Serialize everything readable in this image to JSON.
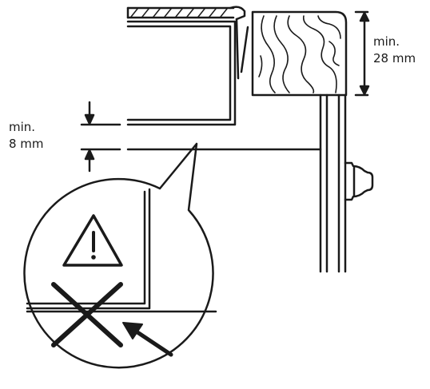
{
  "labels": {
    "worktop_thickness": {
      "line1": "min.",
      "line2": "28 mm"
    },
    "gap": {
      "line1": "min.",
      "line2": "8 mm"
    }
  },
  "colors": {
    "stroke": "#1a1a1a",
    "background": "#ffffff"
  },
  "icons": [
    "warning-triangle-icon",
    "cross-mark-icon",
    "arrow-icon"
  ]
}
